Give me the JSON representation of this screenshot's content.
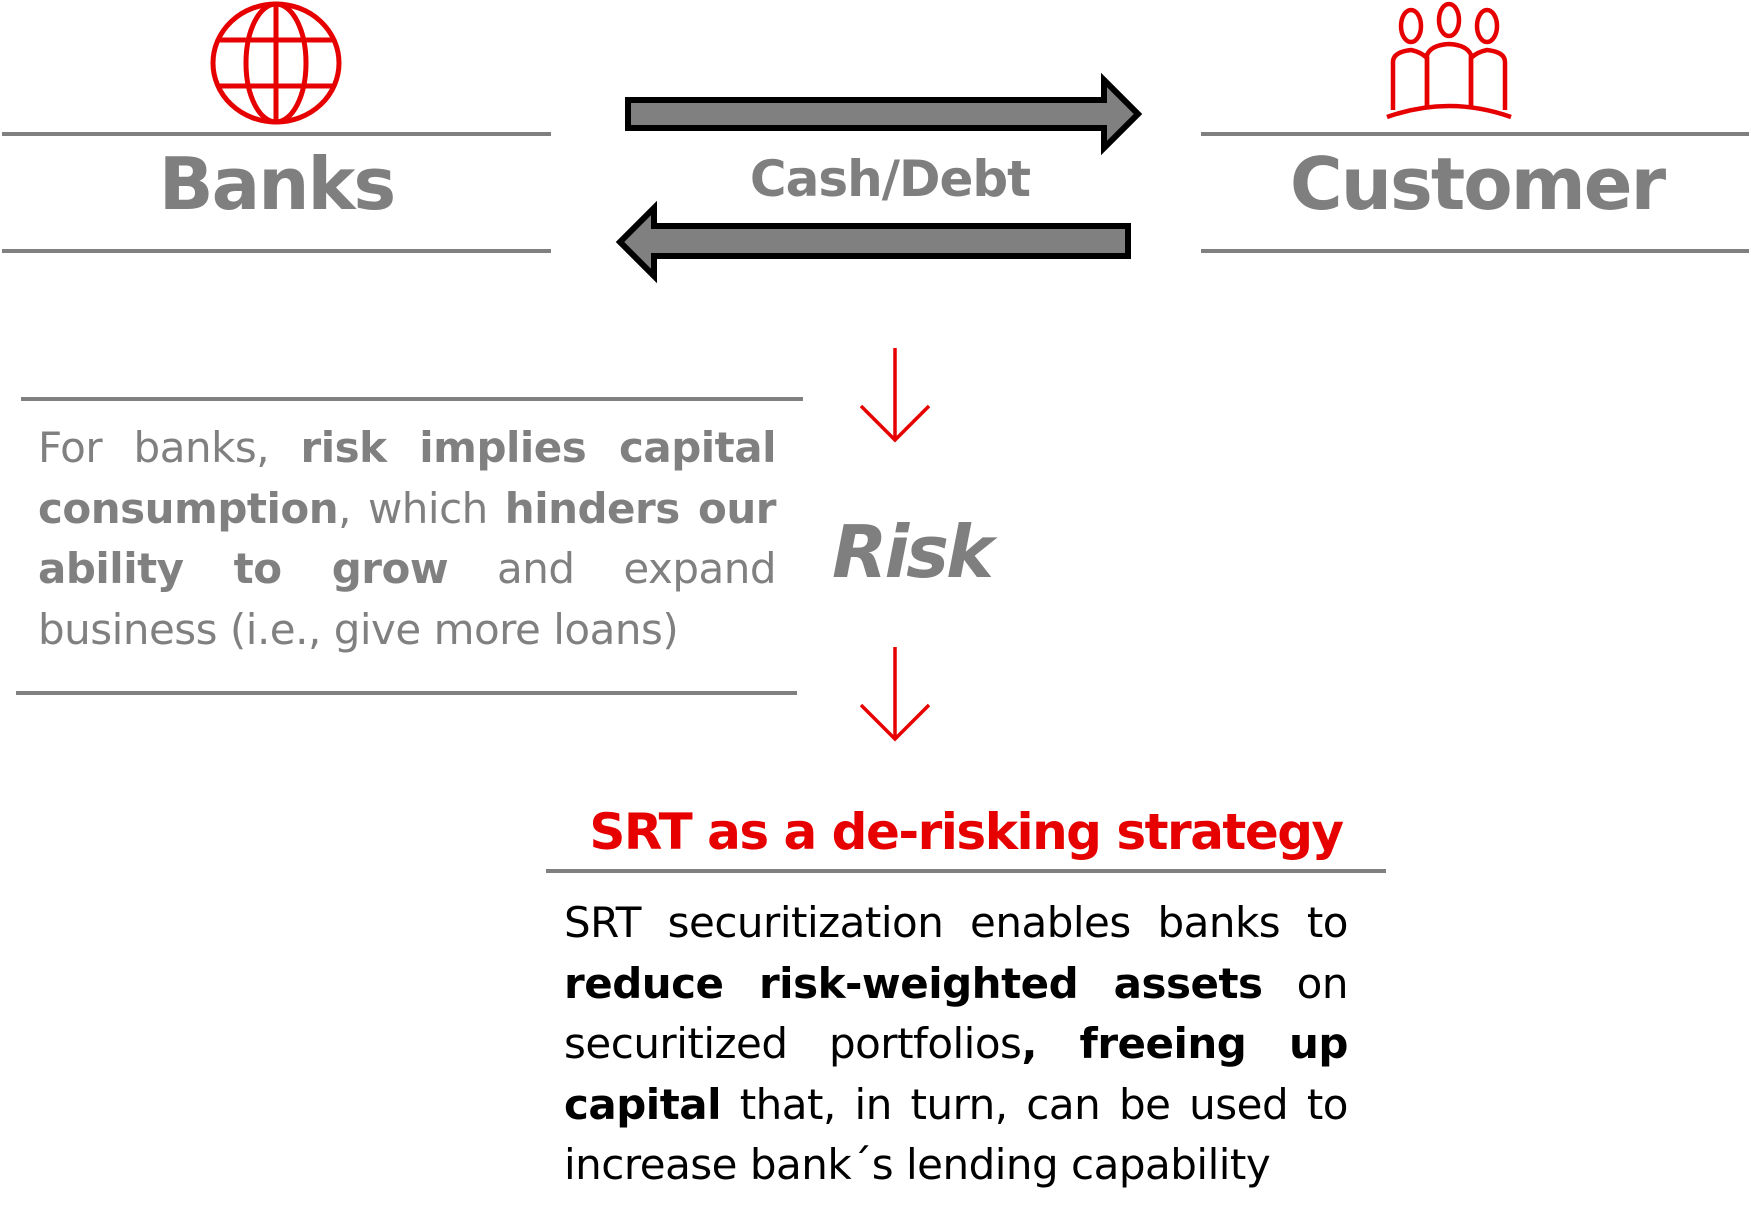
{
  "banks": {
    "label": "Banks",
    "icon": "globe-icon"
  },
  "customer": {
    "label": "Customer",
    "icon": "people-icon"
  },
  "flow": {
    "label": "Cash/Debt"
  },
  "risk": {
    "label": "Risk",
    "paragraph": [
      {
        "text": "For banks, ",
        "bold": false
      },
      {
        "text": "risk implies capital consumption",
        "bold": true
      },
      {
        "text": ", which ",
        "bold": false
      },
      {
        "text": "hinders our ability to grow",
        "bold": true
      },
      {
        "text": " and expand business (i.e., give more loans)",
        "bold": false
      }
    ]
  },
  "srt": {
    "title": "SRT as a de-risking strategy",
    "paragraph": [
      {
        "text": "SRT securitization enables banks to ",
        "bold": false
      },
      {
        "text": "reduce risk-weighted assets",
        "bold": true
      },
      {
        "text": " on securitized portfolios",
        "bold": false
      },
      {
        "text": ", freeing up capital",
        "bold": true
      },
      {
        "text": " that, in turn, can be used to increase bank´s lending capability",
        "bold": false
      }
    ]
  },
  "colors": {
    "accent": "#e60000",
    "gray": "#808080",
    "text": "#000000"
  }
}
